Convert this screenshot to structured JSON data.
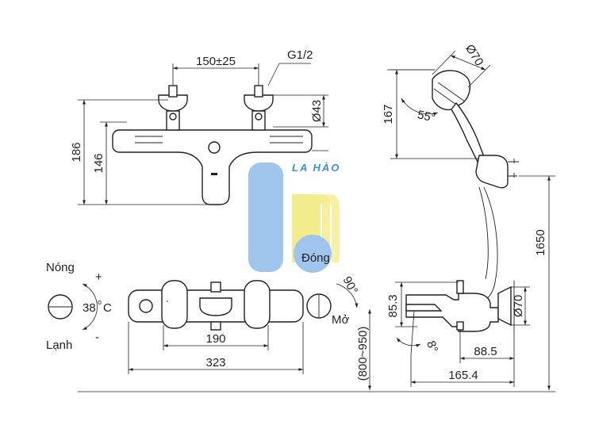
{
  "watermark": {
    "brand": "LA HÀO",
    "colors": {
      "blue": "#9fc5ec",
      "yellow": "#f3ec8c",
      "accent": "#3b8fd8"
    }
  },
  "top_view": {
    "spacing": "150±25",
    "thread": "G1/2",
    "diameter": "Ø43",
    "height_overall": "186",
    "height_body": "146"
  },
  "shower": {
    "head_diameter": "Ø70",
    "angle": "55°",
    "height": "167",
    "mount_height": "1650"
  },
  "front_view": {
    "hot_label": "Nóng",
    "plus_sign": "+",
    "temp_value": "38",
    "temp_degree": "o",
    "temp_unit": "C",
    "cold_label": "Lạnh",
    "minus_sign": "-",
    "closed_label": "Đóng",
    "rotation_angle": "90°",
    "open_label": "Mở",
    "width_inner": "190",
    "width_overall": "323",
    "floor_height": "(800~950)"
  },
  "side_view": {
    "height": "85.3",
    "diameter": "Ø70",
    "angle": "8°",
    "depth_outlet": "88.5",
    "depth_overall": "165.4"
  }
}
